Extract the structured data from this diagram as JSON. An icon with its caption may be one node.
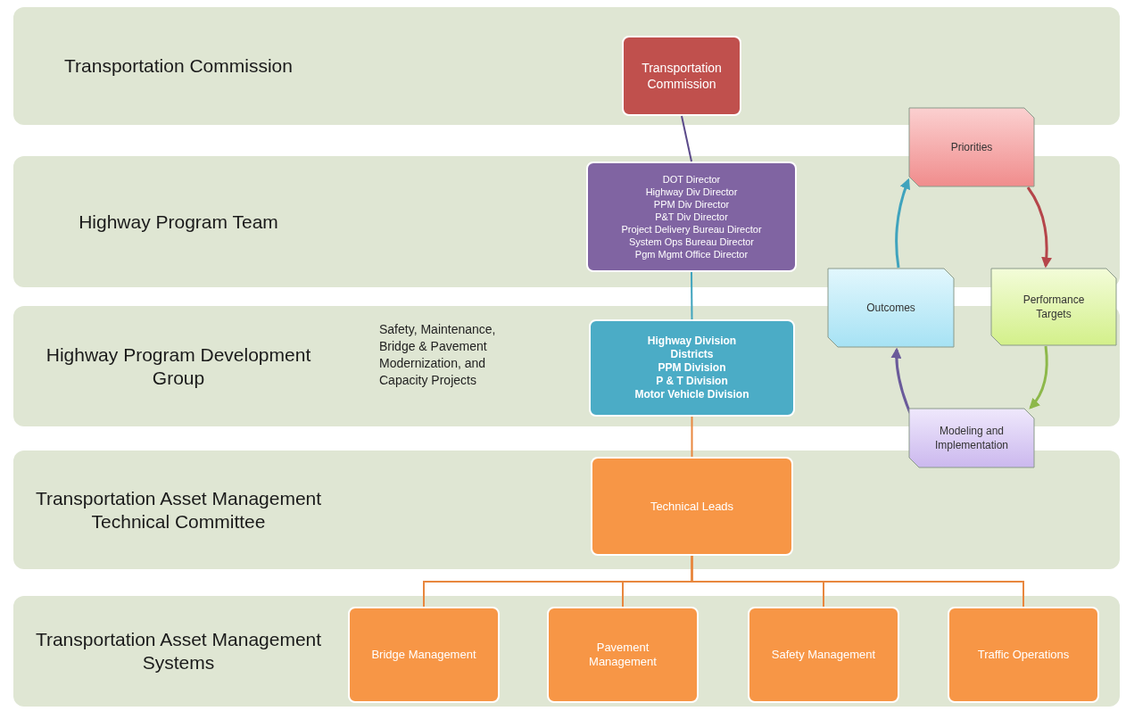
{
  "diagram": {
    "nodes": [
      {
        "text": [
          "Transportation Commission"
        ]
      },
      {
        "text": [
          "Transportation Commission"
        ],
        "in": 0
      },
      {
        "text": [
          "Highway Program Team"
        ]
      },
      {
        "text": [
          "DOT Director",
          "Highway Div Director",
          "PPM Div Director",
          "P&T Div Director",
          "Project Delivery Bureau Director",
          "System Ops Bureau Director",
          "Pgm Mgmt Office Director"
        ],
        "in": 2
      },
      {
        "text": [
          "Highway Program Development Group"
        ]
      },
      {
        "text": [
          "Highway Division",
          "Districts",
          "PPM Division",
          "P & T Division",
          "Motor Vehicle Division"
        ],
        "in": 4
      },
      {
        "text": [
          "Transportation Asset Management Technical Committee"
        ]
      },
      {
        "text": [
          "Technical Leads"
        ],
        "in": 6
      },
      {
        "text": [
          "Transportation Asset Management Systems"
        ]
      },
      {
        "text": [
          "Bridge Management"
        ],
        "in": 8
      },
      {
        "text": [
          "Pavement Management"
        ],
        "in": 8
      },
      {
        "text": [
          "Safety Management"
        ],
        "in": 8
      },
      {
        "text": [
          "Traffic Operations"
        ],
        "in": 8
      },
      {
        "text": [
          "Priorities"
        ]
      },
      {
        "text": [
          "Outcomes"
        ]
      },
      {
        "text": [
          "Performance Targets"
        ]
      },
      {
        "text": [
          "Modeling and Implementation"
        ]
      }
    ],
    "edges": [
      {
        "from": 1,
        "to": 3,
        "arrow": "none",
        "color": "#5b4a8a"
      },
      {
        "from": 3,
        "to": 5,
        "arrow": "none",
        "color": "#3fa3bd"
      },
      {
        "from": 5,
        "to": 7,
        "arrow": "none"
      },
      {
        "from": 7,
        "to": 9,
        "arrow": "none"
      },
      {
        "from": 7,
        "to": 10,
        "arrow": "none"
      },
      {
        "from": 7,
        "to": 11,
        "arrow": "none"
      },
      {
        "from": 7,
        "to": 12,
        "arrow": "none"
      },
      {
        "from": 13,
        "to": 15,
        "arrow": "to",
        "color": "#b5454a"
      },
      {
        "from": 15,
        "to": 16,
        "arrow": "to",
        "color": "#8db84a"
      },
      {
        "from": 16,
        "to": 14,
        "arrow": "to",
        "color": "#6a5a9a"
      },
      {
        "from": 14,
        "to": 13,
        "arrow": "to",
        "color": "#3fa3bd"
      }
    ],
    "labels": [
      "Safety, Maintenance, Bridge & Pavement Modernization, and Capacity Projects"
    ]
  }
}
